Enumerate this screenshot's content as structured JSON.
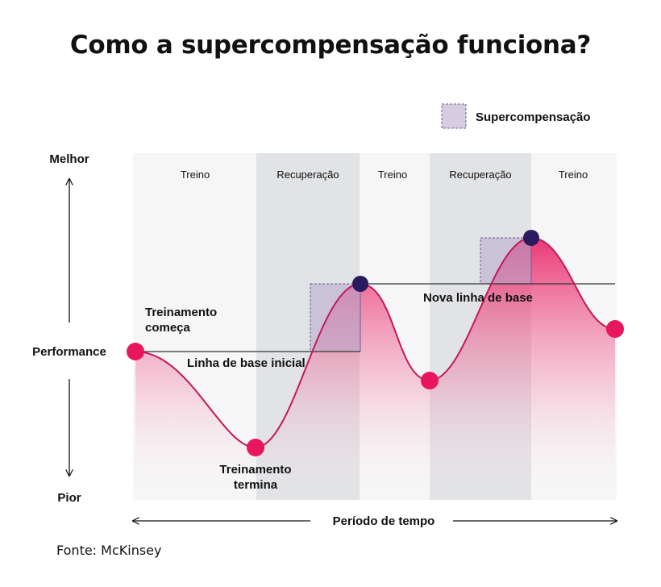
{
  "title": "Como a supercompensação funciona?",
  "legend": {
    "label": "Supercompensação",
    "swatch_color": "#d6cde0"
  },
  "y_axis": {
    "top_label": "Melhor",
    "middle_label": "Performance",
    "bottom_label": "Pior"
  },
  "x_axis": {
    "label": "Período de tempo"
  },
  "phases": [
    "Treino",
    "Recuperação",
    "Treino",
    "Recuperação",
    "Treino"
  ],
  "annotations": {
    "start": "Treinamento\ncomeça",
    "end": "Treinamento\ntermina",
    "initial_baseline": "Linha de base inicial",
    "new_baseline": "Nova linha de base"
  },
  "source": "Fonte: McKinsey",
  "colors": {
    "curve": "#c2185b",
    "point_pink": "#e8175d",
    "point_dark": "#2a1a5e",
    "recovery_band": "#e2e3e5",
    "supercompensation_fill": "#b7a9cc"
  }
}
